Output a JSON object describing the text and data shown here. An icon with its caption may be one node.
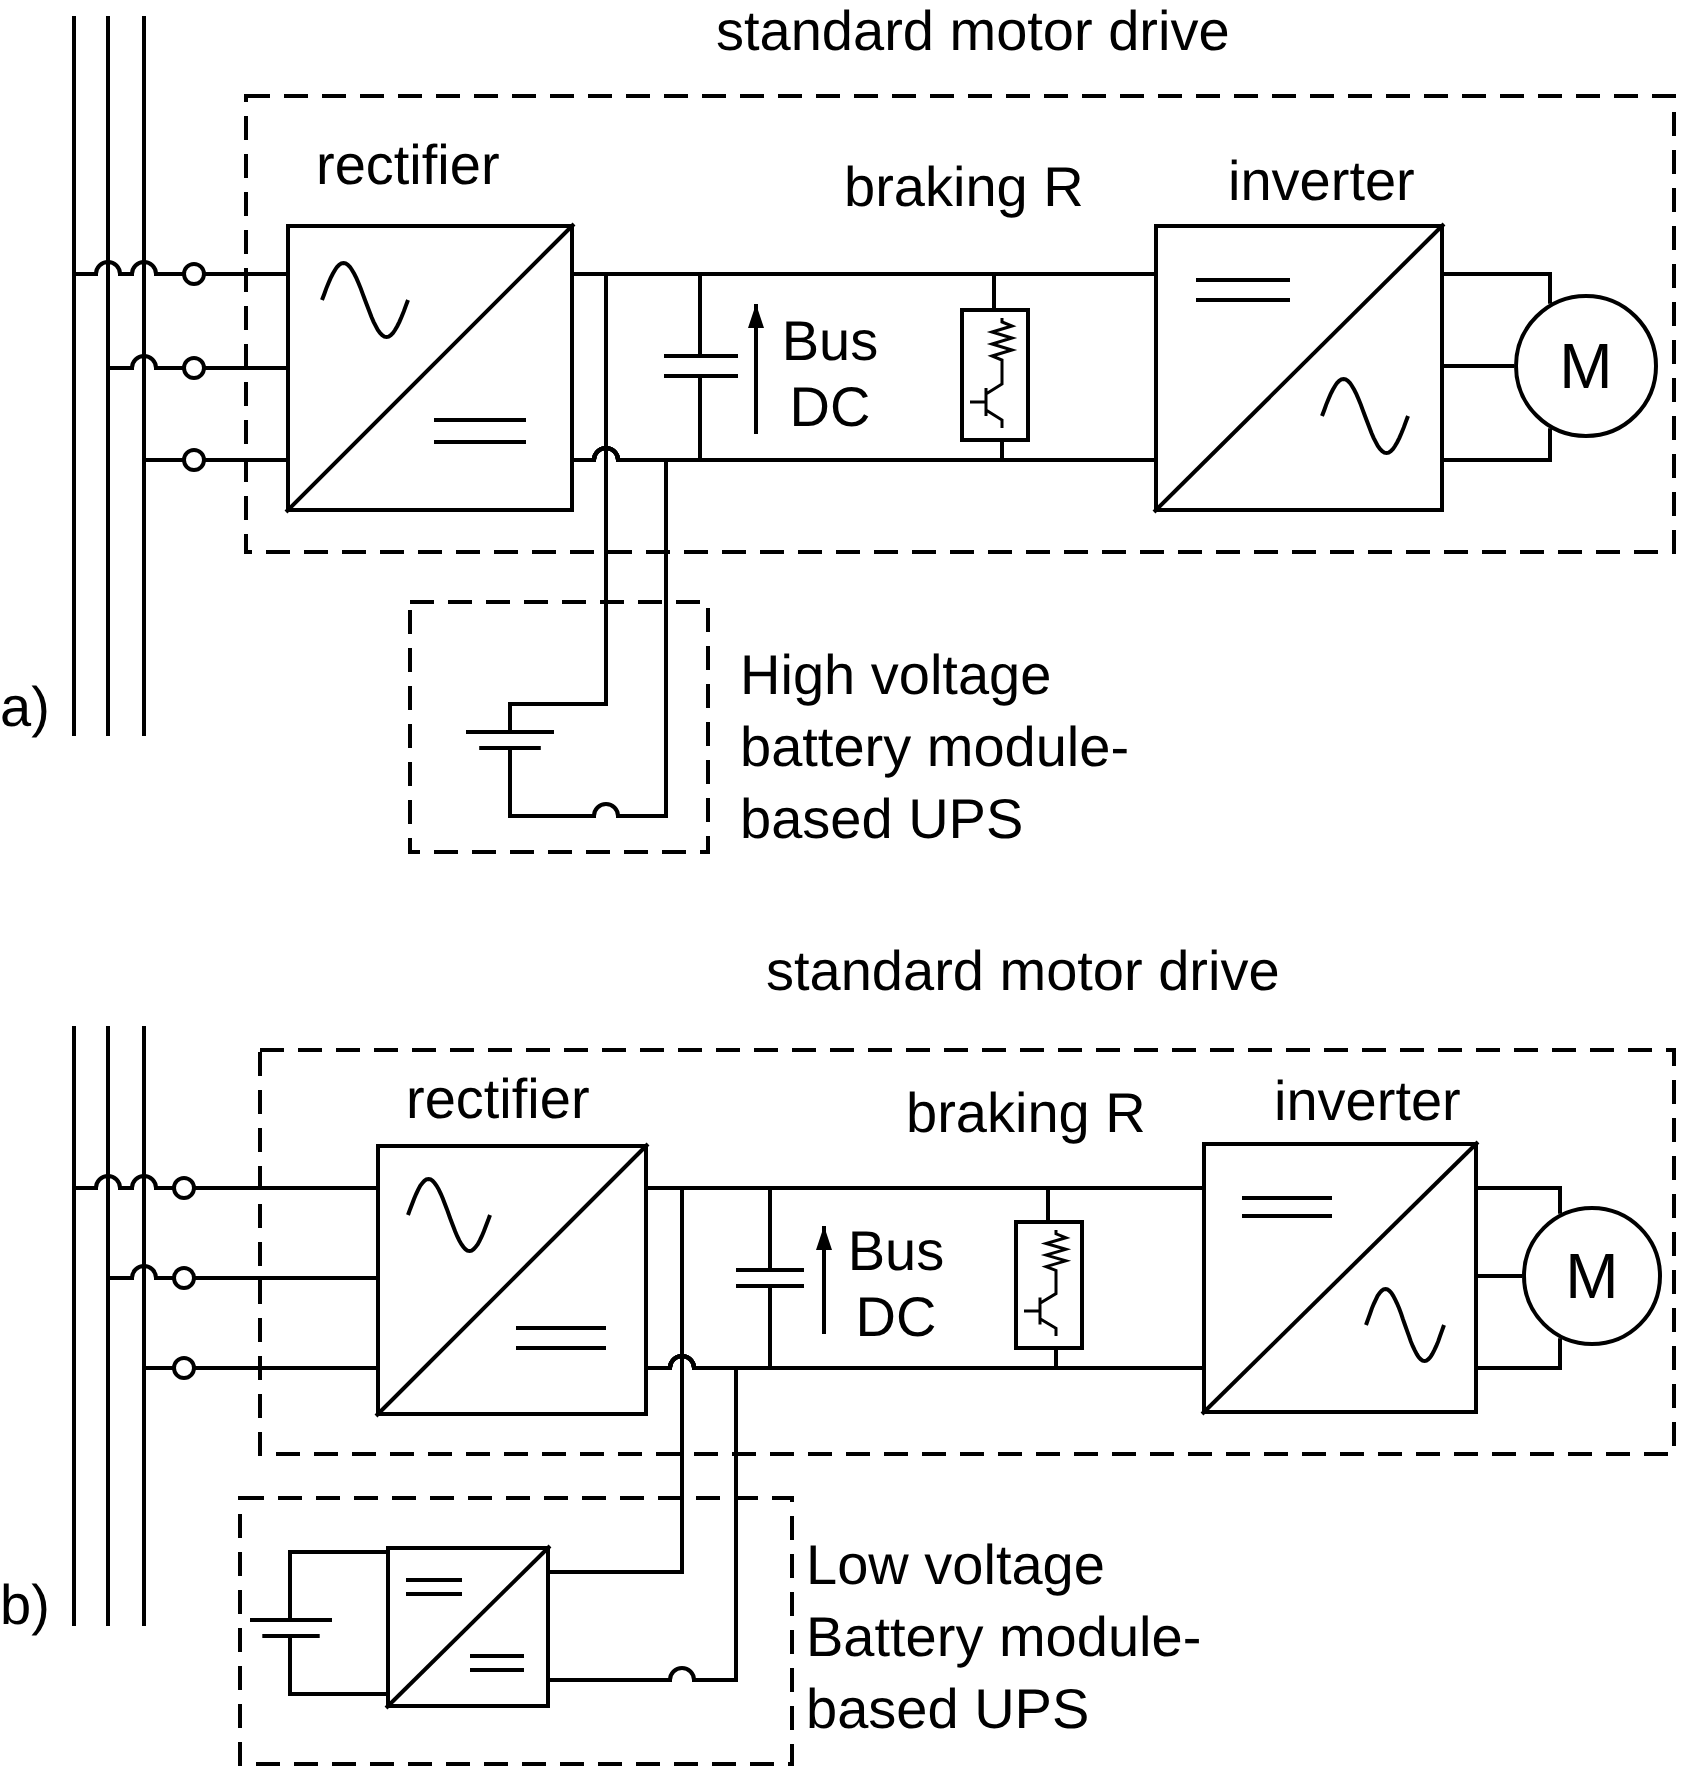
{
  "diagram": {
    "nodes": [
      {
        "text": [],
        "shape": "bar"
      },
      {
        "text": [],
        "shape": "bar"
      },
      {
        "text": [],
        "shape": "bar"
      },
      {
        "text": [
          "standard motor drive"
        ]
      },
      {
        "text": [
          "rectifier"
        ],
        "in": 3
      },
      {
        "text": [],
        "shape": "capacitor",
        "in": 3
      },
      {
        "text": [
          "braking R"
        ],
        "in": 3
      },
      {
        "text": [
          "inverter"
        ],
        "in": 3
      },
      {
        "text": [
          "M"
        ],
        "in": 3
      },
      {
        "text": [
          "High voltage battery module-based UPS"
        ]
      },
      {
        "text": [],
        "shape": "battery",
        "in": 9
      },
      {
        "text": [],
        "shape": "bar"
      },
      {
        "text": [],
        "shape": "bar"
      },
      {
        "text": [],
        "shape": "bar"
      },
      {
        "text": [
          "standard motor drive"
        ]
      },
      {
        "text": [
          "rectifier"
        ],
        "in": 14
      },
      {
        "text": [],
        "shape": "capacitor",
        "in": 14
      },
      {
        "text": [
          "braking R"
        ],
        "in": 14
      },
      {
        "text": [
          "inverter"
        ],
        "in": 14
      },
      {
        "text": [
          "M"
        ],
        "in": 14
      },
      {
        "text": [
          "Low voltage Battery module-based UPS"
        ]
      },
      {
        "text": [],
        "shape": "battery",
        "in": 20
      },
      {
        "text": [],
        "shape": "box",
        "in": 20
      }
    ],
    "edges": [
      {
        "from": 0,
        "to": 4,
        "arrow": "none"
      },
      {
        "from": 1,
        "to": 4,
        "arrow": "none"
      },
      {
        "from": 2,
        "to": 4,
        "arrow": "none"
      },
      {
        "from": 4,
        "to": 5,
        "arrow": "none"
      },
      {
        "from": 4,
        "to": 5,
        "arrow": "none"
      },
      {
        "from": 4,
        "to": 6,
        "arrow": "none"
      },
      {
        "from": 4,
        "to": 6,
        "arrow": "none"
      },
      {
        "from": 4,
        "to": 7,
        "arrow": "none"
      },
      {
        "from": 4,
        "to": 7,
        "arrow": "none"
      },
      {
        "from": 4,
        "to": 10,
        "arrow": "none"
      },
      {
        "from": 4,
        "to": 10,
        "arrow": "none"
      },
      {
        "from": 7,
        "to": 8,
        "arrow": "none"
      },
      {
        "from": 7,
        "to": 8,
        "arrow": "none"
      },
      {
        "from": 7,
        "to": 8,
        "arrow": "none"
      },
      {
        "from": 11,
        "to": 15,
        "arrow": "none"
      },
      {
        "from": 12,
        "to": 15,
        "arrow": "none"
      },
      {
        "from": 13,
        "to": 15,
        "arrow": "none"
      },
      {
        "from": 15,
        "to": 16,
        "arrow": "none"
      },
      {
        "from": 15,
        "to": 16,
        "arrow": "none"
      },
      {
        "from": 15,
        "to": 17,
        "arrow": "none"
      },
      {
        "from": 15,
        "to": 17,
        "arrow": "none"
      },
      {
        "from": 15,
        "to": 18,
        "arrow": "none"
      },
      {
        "from": 15,
        "to": 18,
        "arrow": "none"
      },
      {
        "from": 15,
        "to": 22,
        "arrow": "none"
      },
      {
        "from": 15,
        "to": 22,
        "arrow": "none"
      },
      {
        "from": 18,
        "to": 19,
        "arrow": "none"
      },
      {
        "from": 18,
        "to": 19,
        "arrow": "none"
      },
      {
        "from": 18,
        "to": 19,
        "arrow": "none"
      },
      {
        "from": 21,
        "to": 22,
        "arrow": "none"
      },
      {
        "from": 21,
        "to": 22,
        "arrow": "none"
      }
    ],
    "labels": [
      "Bus DC",
      "a)",
      "Bus DC",
      "b)"
    ]
  }
}
